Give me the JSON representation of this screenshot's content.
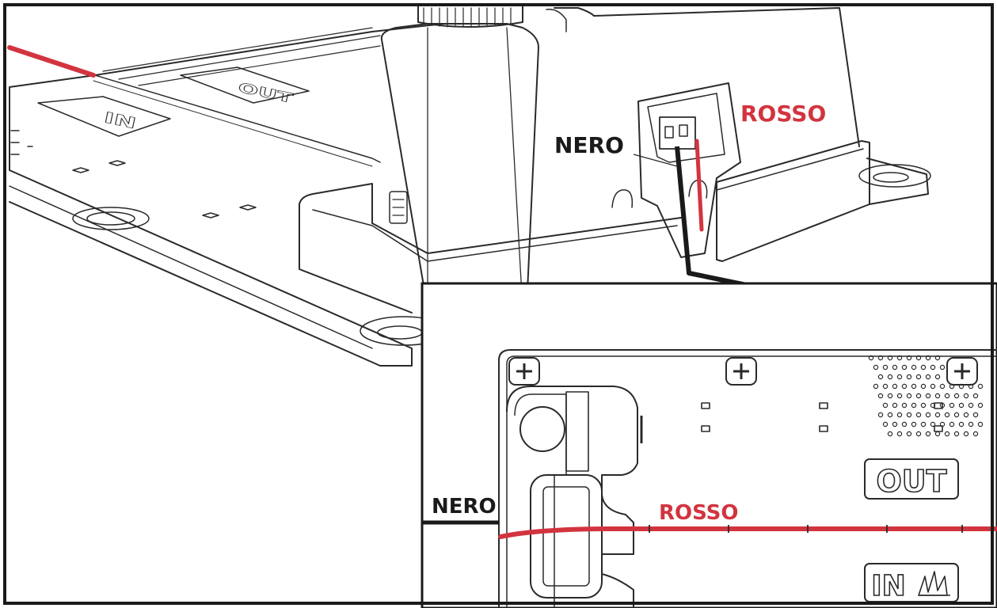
{
  "labels": {
    "main_black_wire": "NERO",
    "main_red_wire": "ROSSO",
    "inset_black_wire": "NERO",
    "inset_red_wire": "ROSSO",
    "inset_out": "OUT",
    "inset_in": "IN",
    "base_in_embossed": "IN",
    "base_out_embossed": "OUT"
  },
  "icons": {
    "screw_marks": [
      "plus-icon",
      "plus-icon",
      "plus-icon"
    ],
    "grass": "grass-icon"
  },
  "colors": {
    "red_wire": "#d2343f",
    "black_wire": "#1a1a1a",
    "line_art": "#2a2a2a",
    "background": "#ffffff"
  }
}
